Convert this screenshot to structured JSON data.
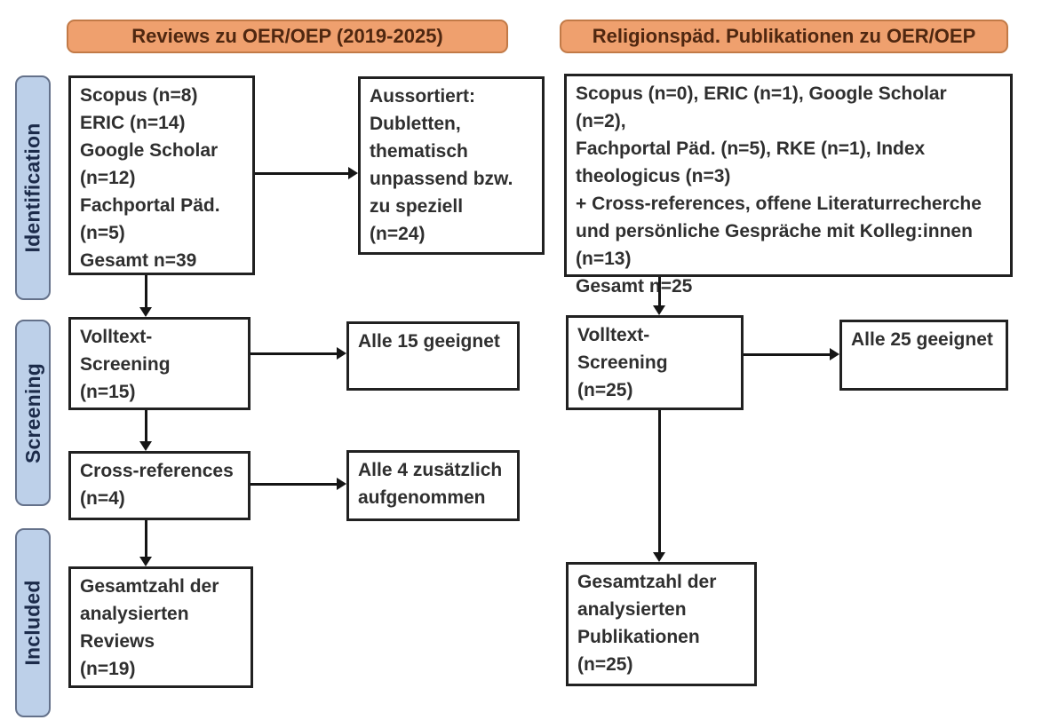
{
  "headers": {
    "left": "Reviews zu OER/OEP (2019-2025)",
    "right": "Religionspäd. Publikationen zu OER/OEP"
  },
  "stage_labels": {
    "identification": "Identification",
    "screening": "Screening",
    "included": "Included"
  },
  "left_flow": {
    "sources": "Scopus (n=8)\nERIC (n=14)\nGoogle Scholar\n(n=12)\nFachportal Päd.\n(n=5)\nGesamt n=39",
    "excluded": "Aussortiert:\nDubletten,\nthematisch\nunpassend bzw.\nzu speziell\n(n=24)",
    "fulltext_screening": "Volltext-\nScreening\n(n=15)",
    "fulltext_result": "Alle 15 geeignet",
    "cross_references": "Cross-references\n(n=4)",
    "cross_references_result": "Alle 4 zusätzlich\naufgenommen",
    "total": "Gesamtzahl der\nanalysierten\nReviews\n(n=19)"
  },
  "right_flow": {
    "sources": "Scopus (n=0), ERIC (n=1), Google Scholar (n=2),\nFachportal Päd. (n=5), RKE (n=1), Index\ntheologicus (n=3)\n+ Cross-references, offene Literaturrecherche\nund persönliche Gespräche mit Kolleg:innen\n(n=13)\nGesamt n=25",
    "fulltext_screening": "Volltext-\nScreening\n(n=25)",
    "fulltext_result": "Alle 25 geeignet",
    "total": "Gesamtzahl der\nanalysierten\nPublikationen\n(n=25)"
  },
  "colors": {
    "header_fill": "#EFA06E",
    "header_border": "#C27A47",
    "header_text": "#4F2710",
    "stage_fill": "#BDD0E9",
    "stage_border": "#64718A",
    "stage_text": "#1C2B4A",
    "box_border": "#212121",
    "box_text": "#2F2F2F",
    "arrow": "#151515"
  }
}
